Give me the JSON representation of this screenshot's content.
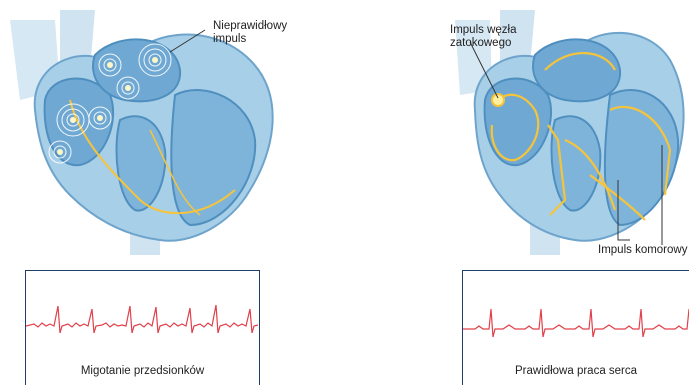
{
  "left": {
    "callout": "Nieprawidłowy\nimpuls",
    "callout_line1": "Nieprawidłowy",
    "callout_line2": "impuls",
    "ecg_caption": "Migotanie przedsionków"
  },
  "right": {
    "callout_sa_line1": "Impuls węzła",
    "callout_sa_line2": "zatokowego",
    "callout_ventricular": "Impuls komorowy",
    "ecg_caption": "Prawidłowa praca serca"
  },
  "colors": {
    "heart_blue": "#8fc0e0",
    "heart_dark": "#4f8fbf",
    "vessel": "#cfe3f1",
    "impulse": "#f6c43a",
    "ecg_line": "#e0404a",
    "frame": "#1f3d66"
  }
}
